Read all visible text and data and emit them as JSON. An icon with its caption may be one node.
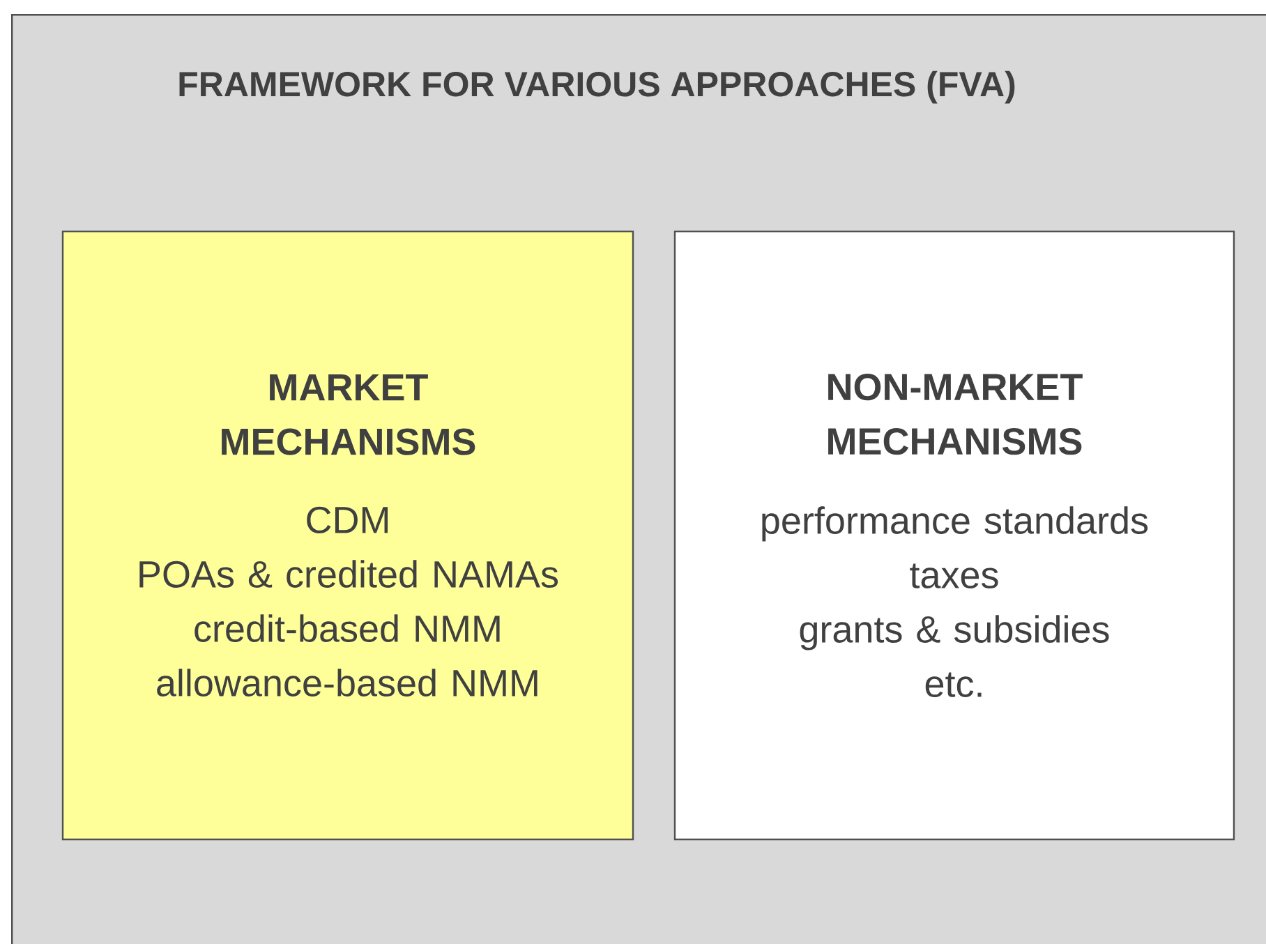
{
  "diagram": {
    "nodes": [
      {
        "text": [
          "FRAMEWORK FOR VARIOUS APPROACHES (FVA)"
        ]
      },
      {
        "text": [
          "MARKET MECHANISMS",
          "CDM",
          "POAs & credited NAMAs",
          "credit-based NMM",
          "allowance-based NMM"
        ],
        "in": 0
      },
      {
        "text": [
          "NON-MARKET MECHANISMS",
          "performance standards",
          "taxes",
          "grants & subsidies",
          "etc."
        ],
        "in": 0
      }
    ]
  }
}
